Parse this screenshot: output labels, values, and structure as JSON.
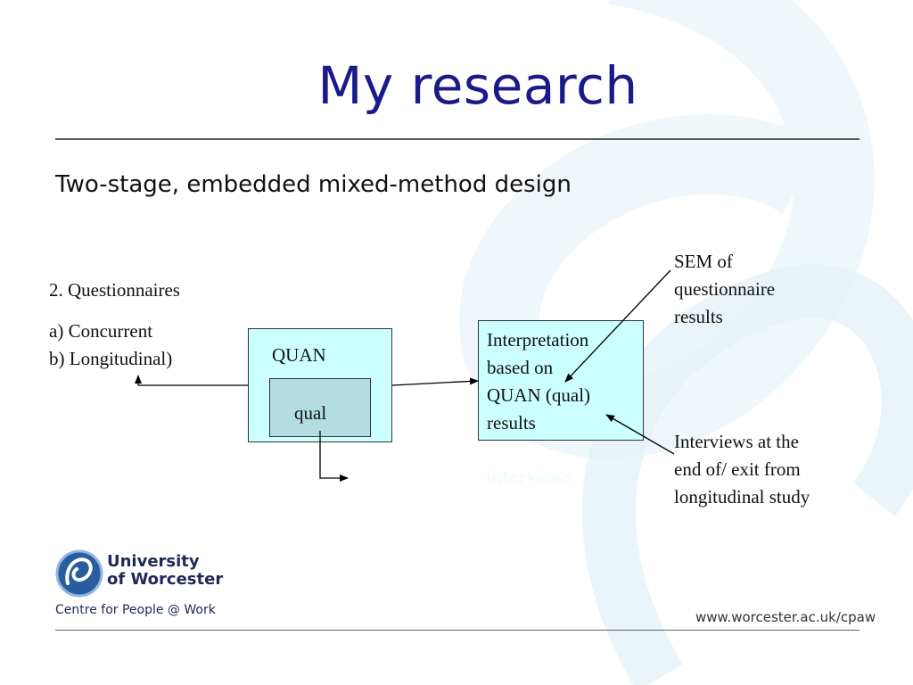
{
  "slide": {
    "title": "My research",
    "subtitle": "Two-stage, embedded mixed-method design"
  },
  "diagram": {
    "left_heading": "2. Questionnaires",
    "left_options": [
      "a) Concurrent",
      "b) Longitudinal)"
    ],
    "quan_label": "QUAN",
    "qual_label": "qual",
    "interpretation_lines": [
      "Interpretation",
      "based on",
      "QUAN (qual)",
      "results"
    ],
    "sem_lines": [
      "SEM of",
      "questionnaire",
      "results"
    ],
    "interviews_note_lines": [
      "Interviews at the",
      "end of/ exit from",
      "longitudinal study"
    ],
    "faded_label": "interviews"
  },
  "footer": {
    "logo_name_lines": [
      "University",
      "of Worcester"
    ],
    "logo_tagline": "Centre for People @ Work",
    "url": "www.worcester.ac.uk/cpaw"
  },
  "colors": {
    "title": "#1a1a8a",
    "box_fill": "#ccffff",
    "inner_box_fill": "#b3dde0",
    "brand": "#1d2a55"
  }
}
